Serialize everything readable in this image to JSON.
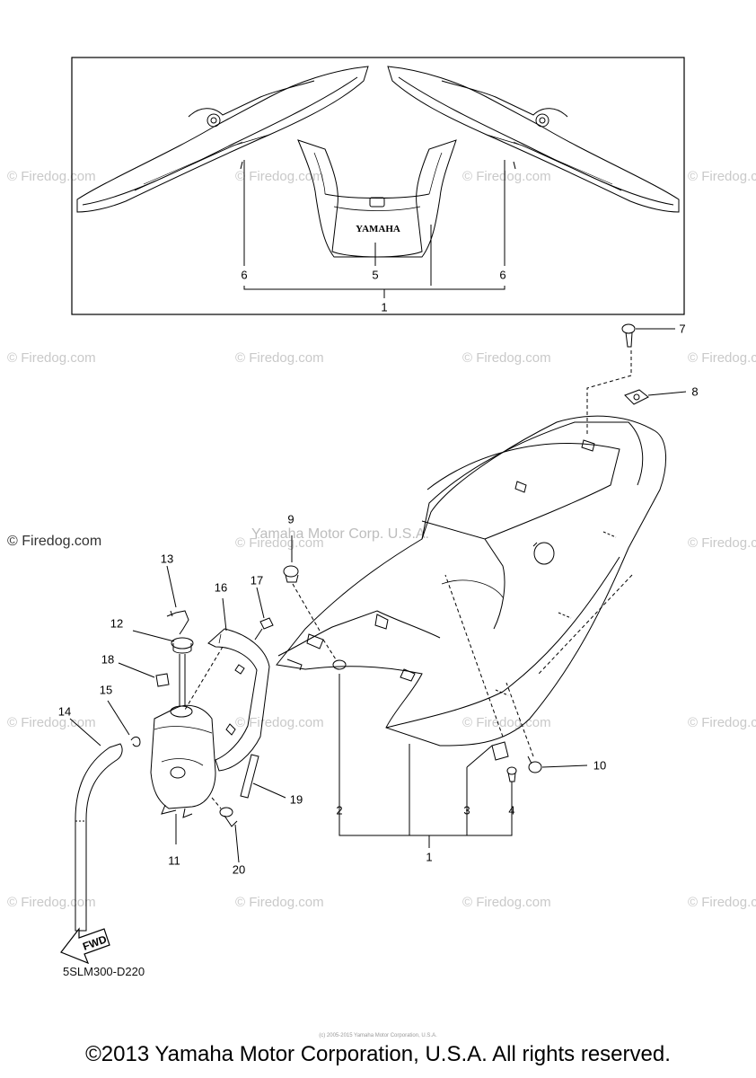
{
  "watermark": "Firedog.com",
  "watermark_copyright_symbol": "©",
  "watermark_full": "© Firedog.com",
  "center_watermark": "Yamaha Motor Corp. U.S.A.",
  "brand_on_part": "YAMAHA",
  "fwd_label": "FWD",
  "diagram_code": "5SLM300-D220",
  "tiny_notice": "(c) 2005-2015 Yamaha Motor Corporation, U.S.A.",
  "copyright": "©2013 Yamaha Motor Corporation, U.S.A. All rights reserved.",
  "callouts": {
    "c1_top": "1",
    "c5": "5",
    "c6_left": "6",
    "c6_right": "6",
    "c7": "7",
    "c8": "8",
    "c9": "9",
    "c10": "10",
    "c1_bottom": "1",
    "c2": "2",
    "c3": "3",
    "c4": "4",
    "c11": "11",
    "c12": "12",
    "c13": "13",
    "c14": "14",
    "c15": "15",
    "c16": "16",
    "c17": "17",
    "c18": "18",
    "c19": "19",
    "c20": "20"
  }
}
